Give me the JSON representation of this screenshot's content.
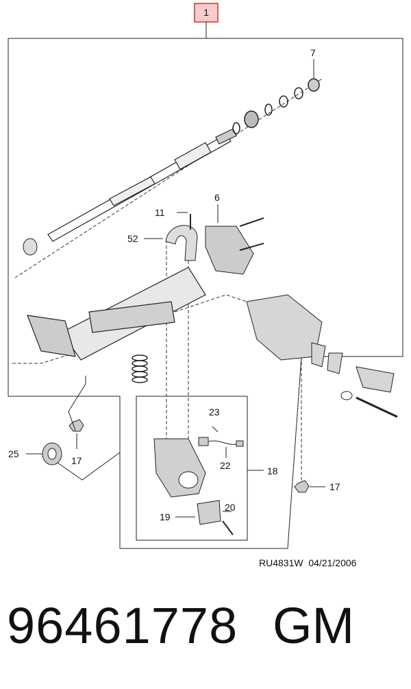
{
  "diagram": {
    "top_tag": "1",
    "reference": "RU4831W  04/21/2006",
    "callouts": {
      "c7": "7",
      "c6": "6",
      "c11": "11",
      "c52": "52",
      "c23": "23",
      "c22": "22",
      "c18": "18",
      "c25": "25",
      "c17a": "17",
      "c17b": "17",
      "c19": "19",
      "c20": "20"
    },
    "colors": {
      "tag_fill": "#f4cccc",
      "tag_stroke": "#c0392b",
      "line": "#222222"
    }
  },
  "footer": {
    "part_number": "96461778",
    "brand": "GM"
  }
}
